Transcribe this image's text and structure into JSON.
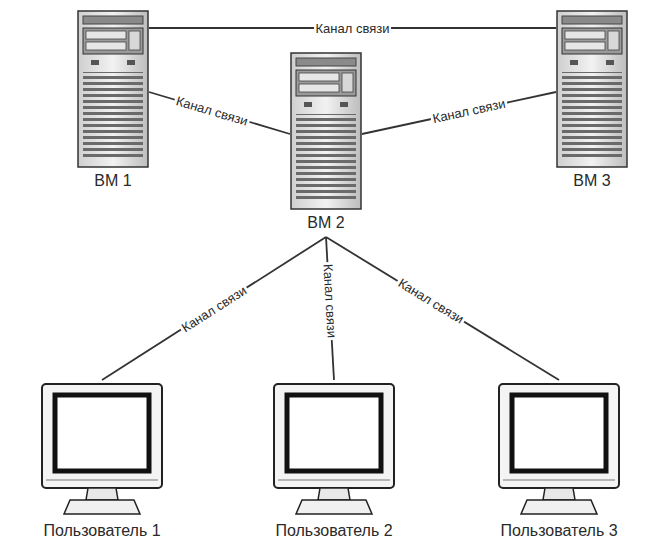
{
  "diagram": {
    "nodes": [
      {
        "text": [
          "ВМ 1"
        ]
      },
      {
        "text": [
          "ВМ 2"
        ]
      },
      {
        "text": [
          "ВМ 3"
        ]
      },
      {
        "text": [
          "Пользователь 1"
        ]
      },
      {
        "text": [
          "Пользователь 2"
        ]
      },
      {
        "text": [
          "Пользователь 3"
        ]
      }
    ],
    "edges": [
      {
        "from": 0,
        "to": 2,
        "arrow": "none",
        "label": "Канал связи"
      },
      {
        "from": 0,
        "to": 1,
        "arrow": "none",
        "label": "Канал связи"
      },
      {
        "from": 1,
        "to": 2,
        "arrow": "none",
        "label": "Канал связи"
      },
      {
        "from": 1,
        "to": 3,
        "arrow": "none",
        "label": "Канал связи"
      },
      {
        "from": 1,
        "to": 4,
        "arrow": "none",
        "label": "Канал связи"
      },
      {
        "from": 1,
        "to": 5,
        "arrow": "none",
        "label": "Канал связи"
      }
    ]
  }
}
